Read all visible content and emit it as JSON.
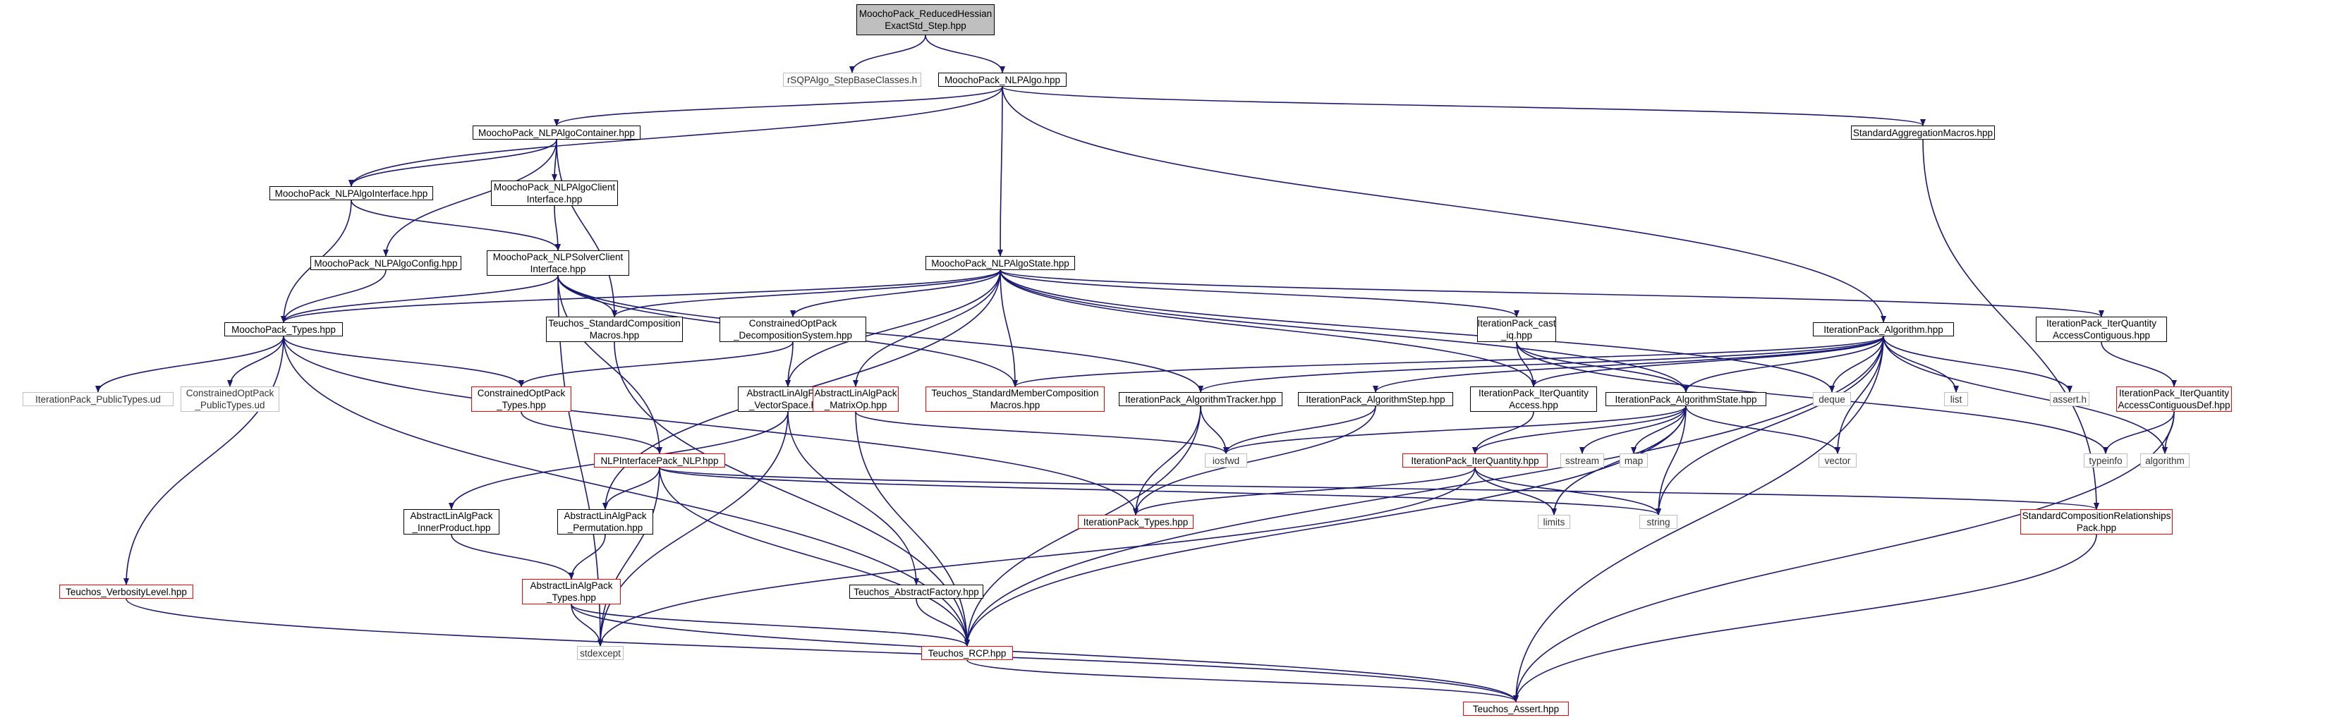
{
  "nodes": {
    "root": {
      "label": "MoochoPack_ReducedHessian\nExactStd_Step.hpp",
      "style": "root"
    },
    "rsqp": {
      "label": "rSQPAlgo_StepBaseClasses.h",
      "style": "gray"
    },
    "nlpalgo": {
      "label": "MoochoPack_NLPAlgo.hpp",
      "style": "black"
    },
    "container": {
      "label": "MoochoPack_NLPAlgoContainer.hpp",
      "style": "black"
    },
    "stdagg": {
      "label": "StandardAggregationMacros.hpp",
      "style": "black"
    },
    "iface": {
      "label": "MoochoPack_NLPAlgoInterface.hpp",
      "style": "black"
    },
    "clientiface": {
      "label": "MoochoPack_NLPAlgoClient\nInterface.hpp",
      "style": "black"
    },
    "algoconfig": {
      "label": "MoochoPack_NLPAlgoConfig.hpp",
      "style": "black"
    },
    "solverclient": {
      "label": "MoochoPack_NLPSolverClient\nInterface.hpp",
      "style": "black"
    },
    "algostate": {
      "label": "MoochoPack_NLPAlgoState.hpp",
      "style": "black"
    },
    "types": {
      "label": "MoochoPack_Types.hpp",
      "style": "black"
    },
    "stdcomp": {
      "label": "Teuchos_StandardComposition\nMacros.hpp",
      "style": "black"
    },
    "decomp": {
      "label": "ConstrainedOptPack\n_DecompositionSystem.hpp",
      "style": "black"
    },
    "cast": {
      "label": "IterationPack_cast\n_iq.hpp",
      "style": "black"
    },
    "algorithm": {
      "label": "IterationPack_Algorithm.hpp",
      "style": "black"
    },
    "iqcontig": {
      "label": "IterationPack_IterQuantity\nAccessContiguous.hpp",
      "style": "black"
    },
    "iterud": {
      "label": "IterationPack_PublicTypes.ud",
      "style": "gray"
    },
    "coptud": {
      "label": "ConstrainedOptPack\n_PublicTypes.ud",
      "style": "gray"
    },
    "copttypes": {
      "label": "ConstrainedOptPack\n_Types.hpp",
      "style": "red"
    },
    "vecspace": {
      "label": "AbstractLinAlgPack\n_VectorSpace.hpp",
      "style": "black"
    },
    "matrixop": {
      "label": "AbstractLinAlgPack\n_MatrixOp.hpp",
      "style": "red"
    },
    "stdmember": {
      "label": "Teuchos_StandardMemberComposition\nMacros.hpp",
      "style": "red"
    },
    "tracker": {
      "label": "IterationPack_AlgorithmTracker.hpp",
      "style": "black"
    },
    "step": {
      "label": "IterationPack_AlgorithmStep.hpp",
      "style": "black"
    },
    "iqaccess": {
      "label": "IterationPack_IterQuantity\nAccess.hpp",
      "style": "black"
    },
    "algstate": {
      "label": "IterationPack_AlgorithmState.hpp",
      "style": "black"
    },
    "deque": {
      "label": "deque",
      "style": "gray"
    },
    "list": {
      "label": "list",
      "style": "gray"
    },
    "asserth": {
      "label": "assert.h",
      "style": "gray"
    },
    "contigdef": {
      "label": "IterationPack_IterQuantity\nAccessContiguousDef.hpp",
      "style": "red"
    },
    "nlp": {
      "label": "NLPInterfacePack_NLP.hpp",
      "style": "red"
    },
    "iosfwd": {
      "label": "iosfwd",
      "style": "gray"
    },
    "iterquantity": {
      "label": "IterationPack_IterQuantity.hpp",
      "style": "red"
    },
    "sstream": {
      "label": "sstream",
      "style": "gray"
    },
    "map": {
      "label": "map",
      "style": "gray"
    },
    "vector": {
      "label": "vector",
      "style": "gray"
    },
    "typeinfo": {
      "label": "typeinfo",
      "style": "gray"
    },
    "algorithmh": {
      "label": "algorithm",
      "style": "gray"
    },
    "innerproduct": {
      "label": "AbstractLinAlgPack\n_InnerProduct.hpp",
      "style": "black"
    },
    "permutation": {
      "label": "AbstractLinAlgPack\n_Permutation.hpp",
      "style": "black"
    },
    "ittypes": {
      "label": "IterationPack_Types.hpp",
      "style": "red"
    },
    "limits": {
      "label": "limits",
      "style": "gray"
    },
    "string": {
      "label": "string",
      "style": "gray"
    },
    "stdcomprel": {
      "label": "StandardCompositionRelationships\nPack.hpp",
      "style": "red"
    },
    "verbosity": {
      "label": "Teuchos_VerbosityLevel.hpp",
      "style": "red"
    },
    "alatypes": {
      "label": "AbstractLinAlgPack\n_Types.hpp",
      "style": "red"
    },
    "absfactory": {
      "label": "Teuchos_AbstractFactory.hpp",
      "style": "black"
    },
    "stdexcept": {
      "label": "stdexcept",
      "style": "gray"
    },
    "rcp": {
      "label": "Teuchos_RCP.hpp",
      "style": "red"
    },
    "assert": {
      "label": "Teuchos_Assert.hpp",
      "style": "red"
    }
  },
  "edges": [
    [
      "root",
      "rsqp"
    ],
    [
      "root",
      "nlpalgo"
    ],
    [
      "nlpalgo",
      "container"
    ],
    [
      "nlpalgo",
      "iface"
    ],
    [
      "nlpalgo",
      "stdagg"
    ],
    [
      "nlpalgo",
      "algostate"
    ],
    [
      "nlpalgo",
      "algorithm"
    ],
    [
      "container",
      "iface"
    ],
    [
      "container",
      "clientiface"
    ],
    [
      "container",
      "algoconfig"
    ],
    [
      "container",
      "stdcomp"
    ],
    [
      "iface",
      "solverclient"
    ],
    [
      "iface",
      "types"
    ],
    [
      "clientiface",
      "solverclient"
    ],
    [
      "algoconfig",
      "types"
    ],
    [
      "solverclient",
      "types"
    ],
    [
      "solverclient",
      "stdcomp"
    ],
    [
      "solverclient",
      "nlp"
    ],
    [
      "solverclient",
      "stdexcept"
    ],
    [
      "solverclient",
      "tracker"
    ],
    [
      "solverclient",
      "stdmember"
    ],
    [
      "algostate",
      "types"
    ],
    [
      "algostate",
      "stdcomp"
    ],
    [
      "algostate",
      "decomp"
    ],
    [
      "algostate",
      "vecspace"
    ],
    [
      "algostate",
      "matrixop"
    ],
    [
      "algostate",
      "stdmember"
    ],
    [
      "algostate",
      "cast"
    ],
    [
      "algostate",
      "iqaccess"
    ],
    [
      "algostate",
      "algstate"
    ],
    [
      "algostate",
      "iqcontig"
    ],
    [
      "algostate",
      "deque"
    ],
    [
      "algostate",
      "permutation"
    ],
    [
      "types",
      "iterud"
    ],
    [
      "types",
      "coptud"
    ],
    [
      "types",
      "copttypes"
    ],
    [
      "types",
      "verbosity"
    ],
    [
      "types",
      "ittypes"
    ],
    [
      "types",
      "rcp"
    ],
    [
      "stdcomp",
      "rcp"
    ],
    [
      "decomp",
      "copttypes"
    ],
    [
      "decomp",
      "vecspace"
    ],
    [
      "copttypes",
      "nlp"
    ],
    [
      "vecspace",
      "innerproduct"
    ],
    [
      "vecspace",
      "absfactory"
    ],
    [
      "vecspace",
      "stdexcept"
    ],
    [
      "matrixop",
      "iosfwd"
    ],
    [
      "matrixop",
      "rcp"
    ],
    [
      "cast",
      "algstate"
    ],
    [
      "cast",
      "iqaccess"
    ],
    [
      "cast",
      "typeinfo"
    ],
    [
      "algorithm",
      "tracker"
    ],
    [
      "algorithm",
      "step"
    ],
    [
      "algorithm",
      "iqaccess"
    ],
    [
      "algorithm",
      "algstate"
    ],
    [
      "algorithm",
      "stdmember"
    ],
    [
      "algorithm",
      "deque"
    ],
    [
      "algorithm",
      "list"
    ],
    [
      "algorithm",
      "asserth"
    ],
    [
      "algorithm",
      "vector"
    ],
    [
      "algorithm",
      "string"
    ],
    [
      "algorithm",
      "algorithmh"
    ],
    [
      "algorithm",
      "rcp"
    ],
    [
      "algorithm",
      "assert"
    ],
    [
      "iqcontig",
      "contigdef"
    ],
    [
      "contigdef",
      "typeinfo"
    ],
    [
      "contigdef",
      "algorithmh"
    ],
    [
      "contigdef",
      "assert"
    ],
    [
      "tracker",
      "iosfwd"
    ],
    [
      "tracker",
      "ittypes"
    ],
    [
      "tracker",
      "rcp"
    ],
    [
      "step",
      "iosfwd"
    ],
    [
      "step",
      "ittypes"
    ],
    [
      "iqaccess",
      "iterquantity"
    ],
    [
      "algstate",
      "iterquantity"
    ],
    [
      "algstate",
      "iosfwd"
    ],
    [
      "algstate",
      "sstream"
    ],
    [
      "algstate",
      "map"
    ],
    [
      "algstate",
      "vector"
    ],
    [
      "algstate",
      "limits"
    ],
    [
      "algstate",
      "string"
    ],
    [
      "algstate",
      "rcp"
    ],
    [
      "iterquantity",
      "ittypes"
    ],
    [
      "iterquantity",
      "limits"
    ],
    [
      "iterquantity",
      "string"
    ],
    [
      "iterquantity",
      "stdexcept"
    ],
    [
      "nlp",
      "permutation"
    ],
    [
      "nlp",
      "stdexcept"
    ],
    [
      "nlp",
      "rcp"
    ],
    [
      "nlp",
      "stdcomprel"
    ],
    [
      "nlp",
      "string"
    ],
    [
      "permutation",
      "alatypes"
    ],
    [
      "innerproduct",
      "alatypes"
    ],
    [
      "alatypes",
      "stdexcept"
    ],
    [
      "alatypes",
      "rcp"
    ],
    [
      "alatypes",
      "assert"
    ],
    [
      "absfactory",
      "rcp"
    ],
    [
      "stdagg",
      "stdcomprel"
    ],
    [
      "stdcomprel",
      "assert"
    ],
    [
      "verbosity",
      "assert"
    ],
    [
      "rcp",
      "assert"
    ]
  ]
}
